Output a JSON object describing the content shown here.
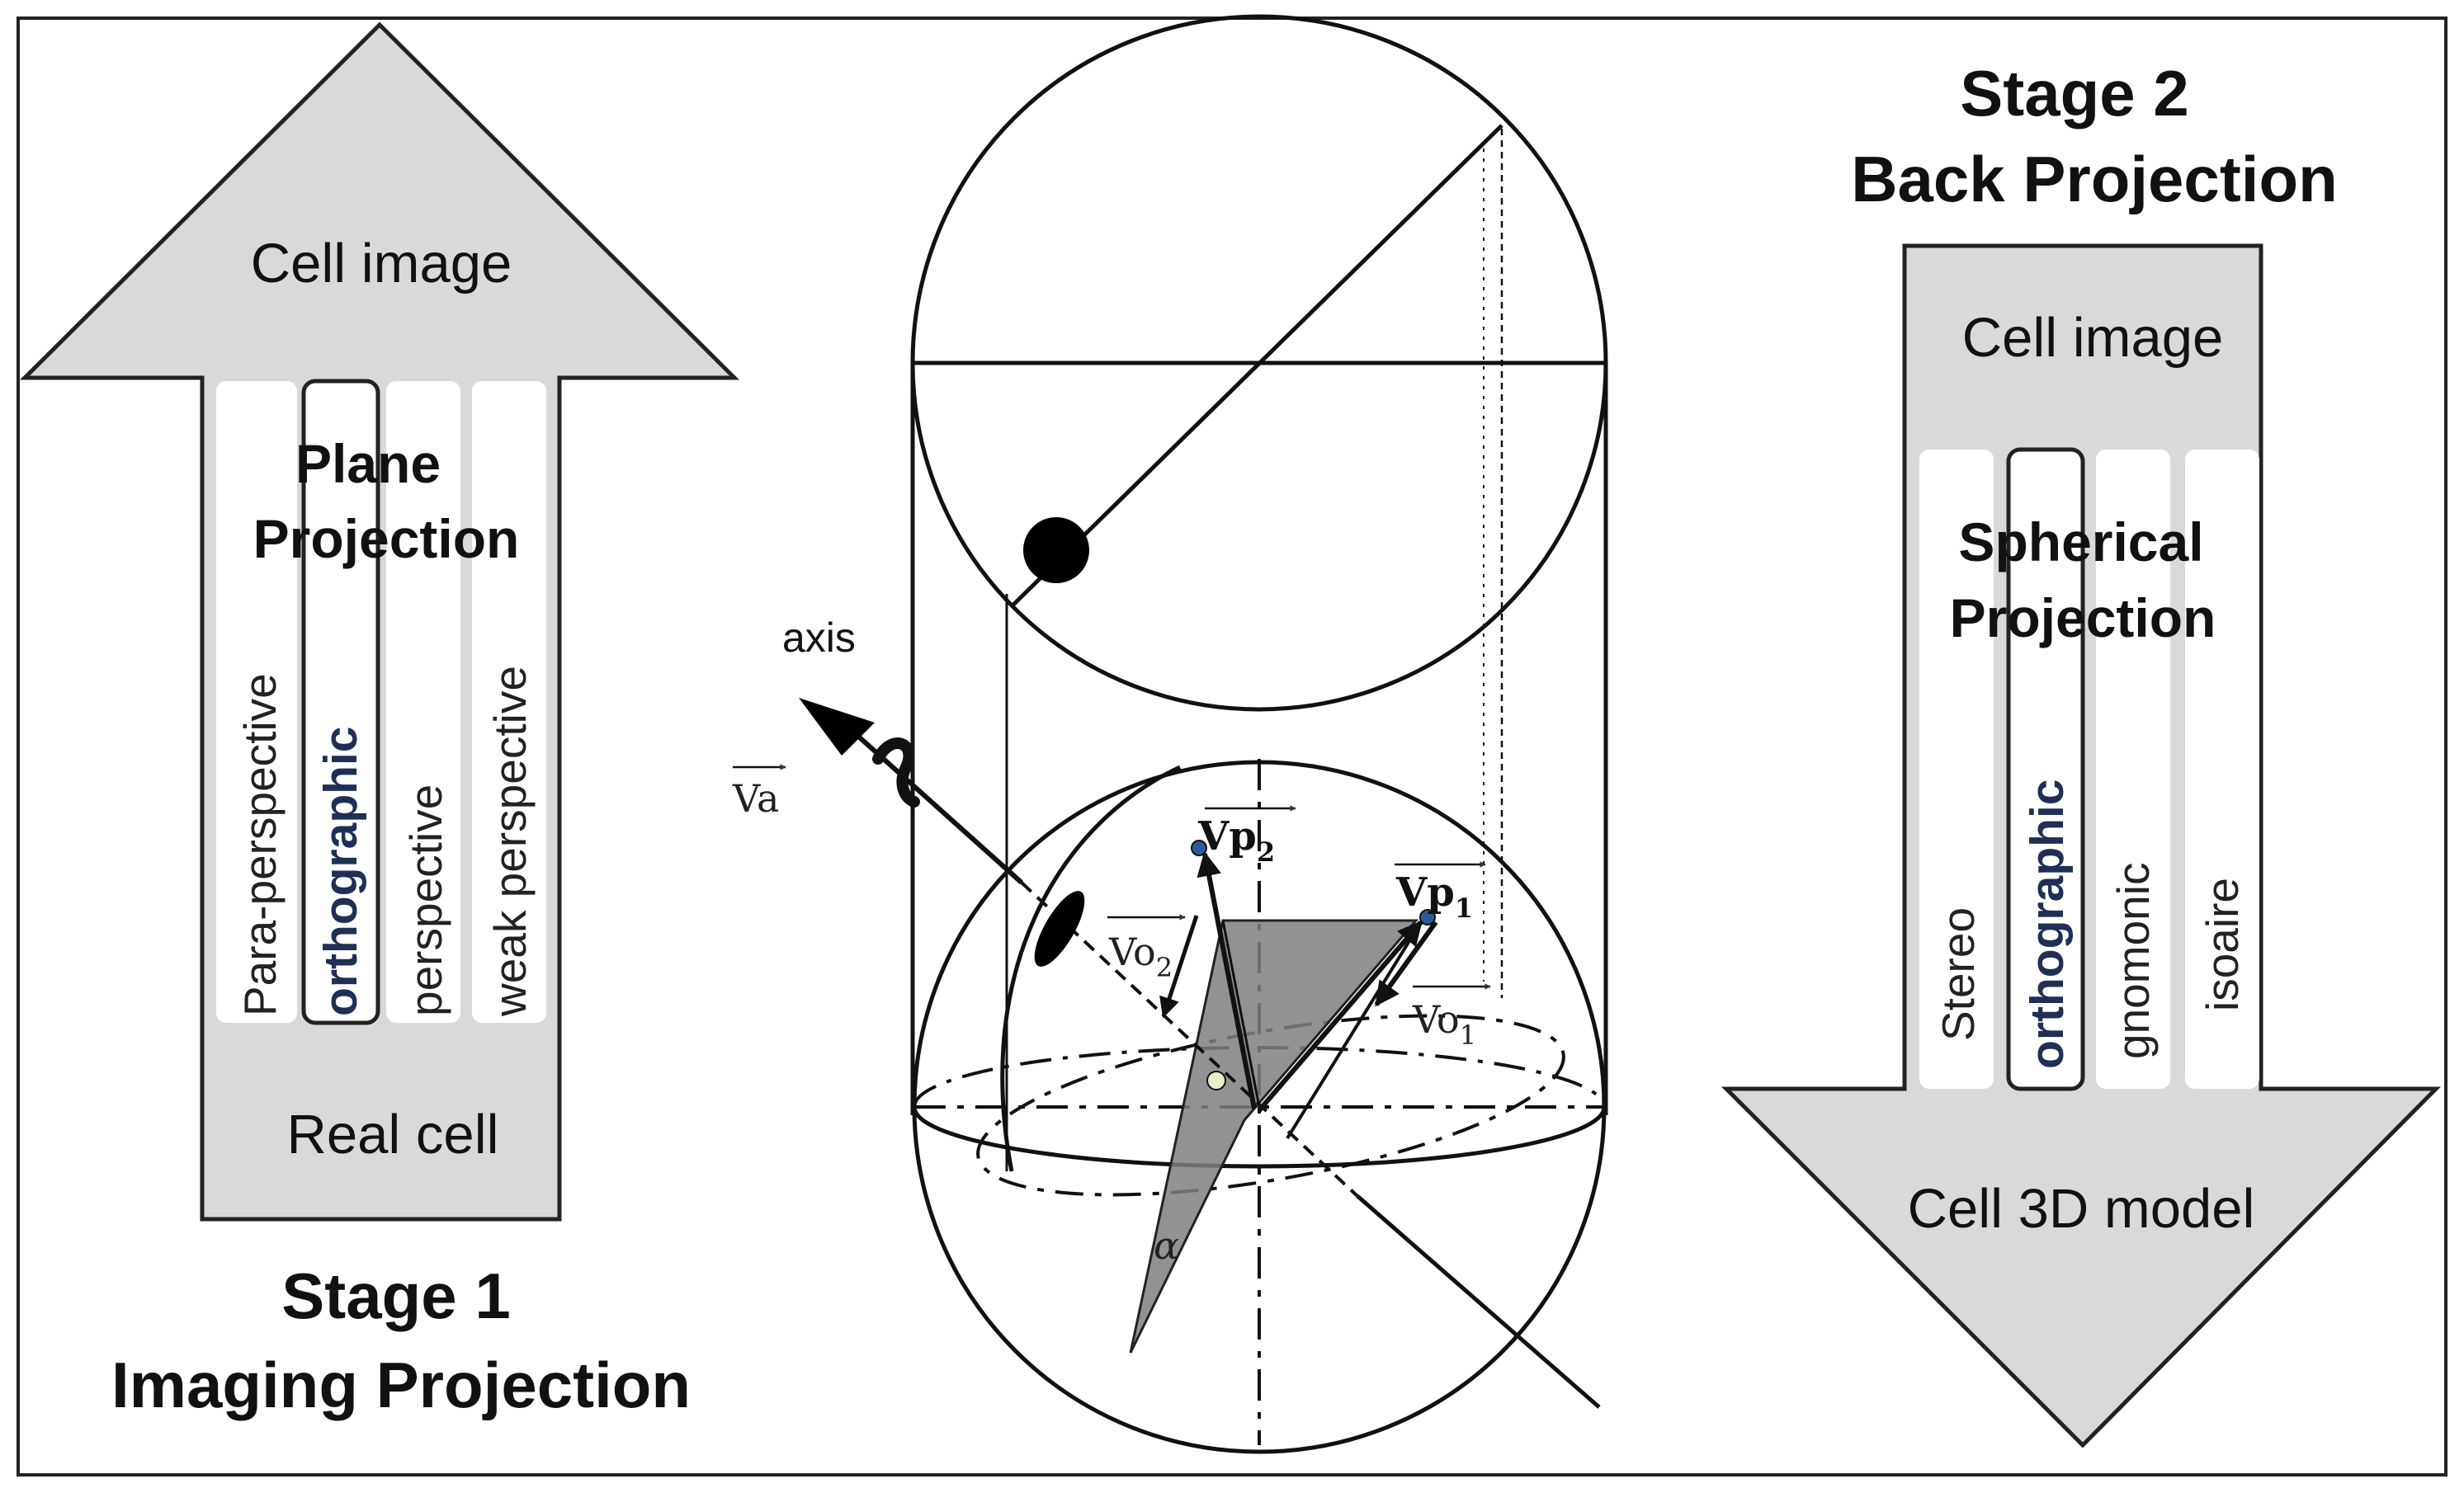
{
  "left": {
    "top_label": "Cell image",
    "bottom_label": "Real cell",
    "method_title_line1": "Plane",
    "method_title_line2": "Projection",
    "methods": [
      "Para-perspective",
      "orthographic",
      "perspective",
      "weak perspective"
    ],
    "highlighted_method": "orthographic",
    "stage_title_line1": "Stage 1",
    "stage_title_line2": "Imaging Projection"
  },
  "right": {
    "top_label": "Cell image",
    "bottom_label": "Cell 3D model",
    "method_title_line1": "Spherical",
    "method_title_line2": "Projection",
    "methods": [
      "Stereo",
      "orthographic",
      "gnomonic",
      "isoaire"
    ],
    "highlighted_method": "orthographic",
    "stage_title_line1": "Stage 2",
    "stage_title_line2": "Back Projection"
  },
  "center": {
    "axis_label": "axis",
    "va_label": "Va",
    "vp2_label": "Vp",
    "vp2_sub": "2",
    "vp1_label": "Vp",
    "vp1_sub": "1",
    "vo2_label": "Vo",
    "vo2_sub": "2",
    "vo1_label": "Vo",
    "vo1_sub": "1",
    "alpha_label": "α"
  },
  "colors": {
    "arrow_fill": "#d9d9d9",
    "pill_fill": "#ffffff",
    "highlight_text": "#1f2f55",
    "plane_fill": "#7f7f7f"
  }
}
